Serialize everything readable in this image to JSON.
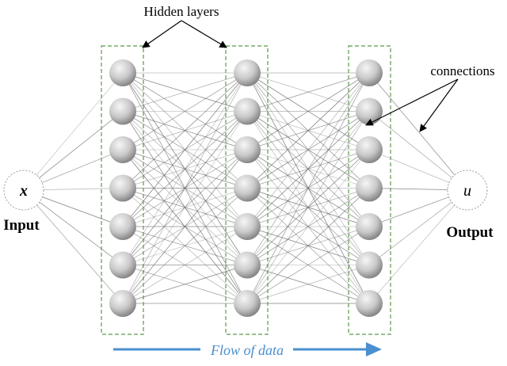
{
  "diagram": {
    "title_label": "Hidden layers",
    "connections_label": "connections",
    "input": {
      "symbol": "x",
      "label": "Input"
    },
    "output": {
      "symbol": "u",
      "label": "Output"
    },
    "flow_label": "Flow of data",
    "hidden_layers": [
      {
        "neurons": 7
      },
      {
        "neurons": 7
      },
      {
        "neurons": 7
      }
    ],
    "colors": {
      "layer_box": "#5a9a4a",
      "flow_arrow": "#4a8fd0",
      "neuron_light": "#f6f6f6",
      "neuron_dark": "#7d7d7d",
      "edge": "#6b6b6b"
    }
  }
}
